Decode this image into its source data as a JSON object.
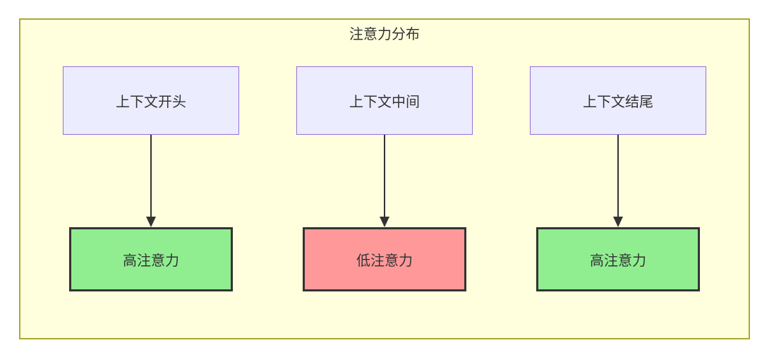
{
  "diagram": {
    "title": "注意力分布",
    "colors": {
      "container_bg": "#FFFFDE",
      "container_border": "#AAAA33",
      "source_fill": "#ECECFF",
      "source_border": "#9370DB",
      "high_fill": "#90EE90",
      "low_fill": "#FF9999",
      "result_border": "#333333",
      "arrow_color": "#333333",
      "text_color": "#333333"
    },
    "columns": [
      {
        "source": "上下文开头",
        "result": "高注意力",
        "result_type": "high"
      },
      {
        "source": "上下文中间",
        "result": "低注意力",
        "result_type": "low"
      },
      {
        "source": "上下文结尾",
        "result": "高注意力",
        "result_type": "high"
      }
    ]
  }
}
